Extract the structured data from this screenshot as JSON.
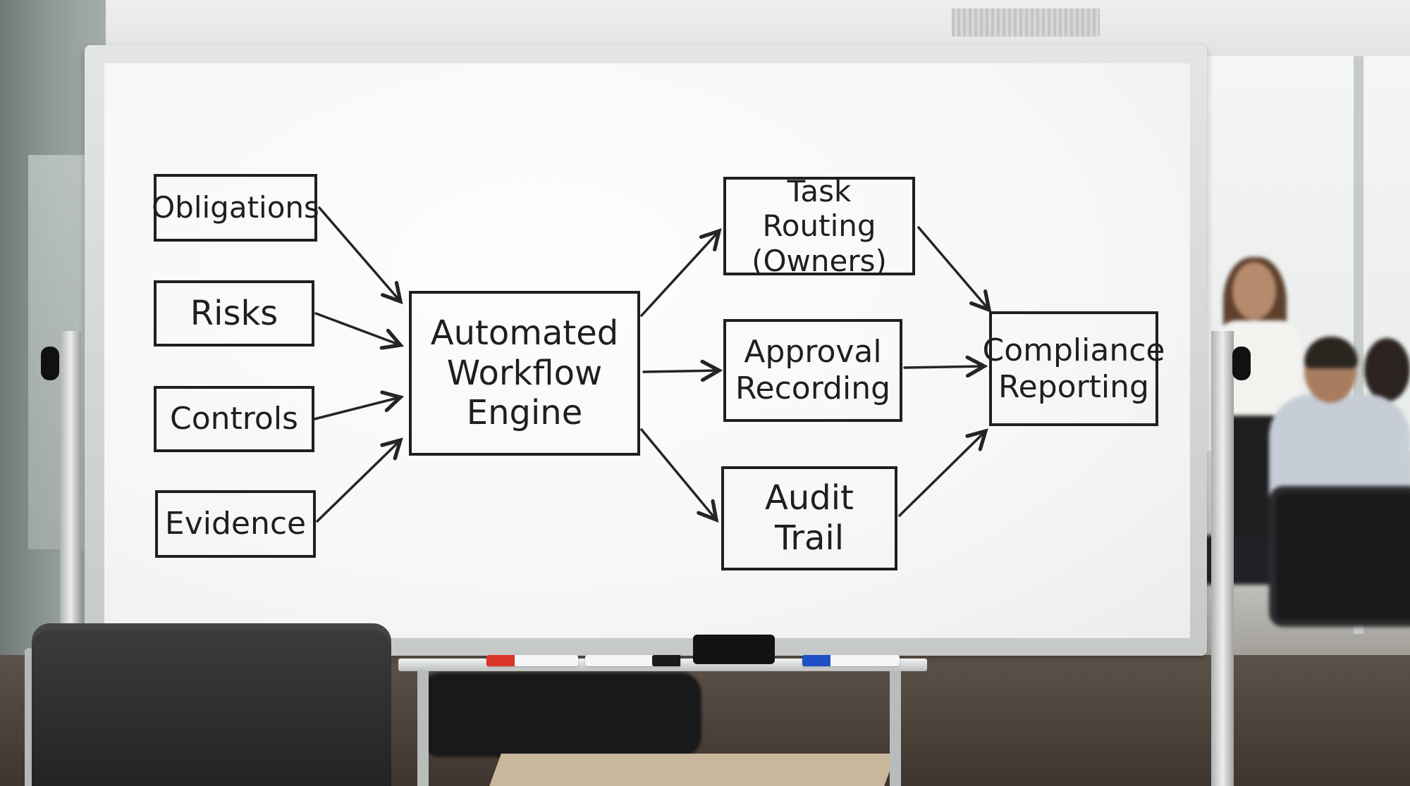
{
  "whiteboard": {
    "inputs": [
      "Obligations",
      "Risks",
      "Controls",
      "Evidence"
    ],
    "engine": [
      "Automated",
      "Workflow",
      "Engine"
    ],
    "processes": {
      "task_routing": [
        "Task Routing",
        "(Owners)"
      ],
      "approval_recording": [
        "Approval",
        "Recording"
      ],
      "audit_trail": [
        "Audit",
        "Trail"
      ]
    },
    "output": [
      "Compliance",
      "Reporting"
    ],
    "ink_color": "#1f1f1f"
  },
  "markers": [
    {
      "cap_color": "#d8342a"
    },
    {
      "cap_color": "#1a1a1a"
    },
    {
      "cap_color": "#1f4fc4"
    }
  ]
}
